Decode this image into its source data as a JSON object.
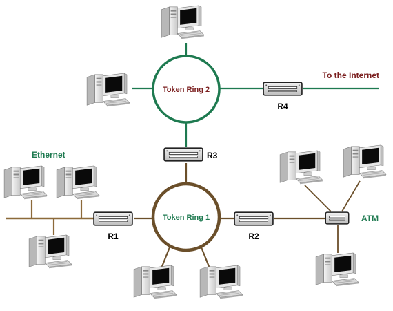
{
  "labels": {
    "token_ring_2": "Token Ring 2",
    "token_ring_1": "Token Ring 1",
    "internet": "To the Internet",
    "ethernet": "Ethernet",
    "atm": "ATM",
    "r1": "R1",
    "r2": "R2",
    "r3": "R3",
    "r4": "R4"
  },
  "colors": {
    "ring2": "#1e7a50",
    "ring1": "#6b4f2a",
    "ring2_text": "#7a1e1e",
    "ring1_text": "#1e7a50",
    "ethernet_line": "#8c6a3a",
    "ethernet_text": "#1e7a50",
    "atm_line": "#6b4f2a",
    "atm_text": "#1e7a50",
    "internet_text": "#7a1e1e",
    "router_text": "#000000"
  },
  "icons": {
    "computer": "desktop-computer-icon",
    "router": "router-icon",
    "switch": "atm-switch-icon"
  }
}
